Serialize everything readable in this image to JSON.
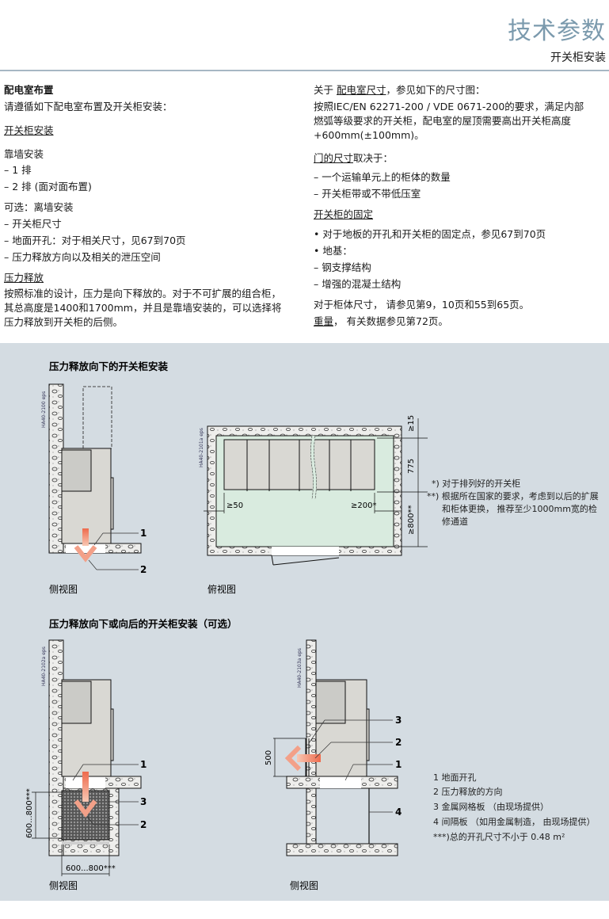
{
  "header": {
    "title": "技术参数",
    "subtitle": "开关柜安装"
  },
  "left": {
    "heading": "配电室布置",
    "intro": "请遵循如下配电室布置及开关柜安装：",
    "install_heading": "开关柜安装",
    "wall_mount": "靠墙安装",
    "wall_items": [
      "–  1 排",
      "–  2 排 (面对面布置)"
    ],
    "optional": "可选：离墙安装",
    "optional_items": [
      "–  开关柜尺寸",
      "–  地面开孔：对于相关尺寸，见67到70页",
      "–  压力释放方向以及相关的泄压空间"
    ],
    "pressure_heading": "压力释放",
    "pressure_text": [
      "按照标准的设计，压力是向下释放的。对于不可扩展的组合柜，",
      "其总高度是1400和1700mm，并且是靠墙安装的，可以选择将",
      "压力释放到开关柜的后侧。"
    ]
  },
  "right": {
    "room_prefix": "关于 ",
    "room_link": "配电室尺寸",
    "room_suffix": "，参见如下的尺寸图：",
    "room_text": [
      "按照IEC/EN 62271-200 / VDE 0671-200的要求，满足内部",
      "燃弧等级要求的开关柜，配电室的屋顶需要高出开关柜高度",
      "+600mm(±100mm)。"
    ],
    "door_link": "门的尺寸",
    "door_suffix": "取决于：",
    "door_items": [
      "–  一个运输单元上的柜体的数量",
      "–  开关柜带或不带低压室"
    ],
    "fix_heading": "开关柜的固定",
    "fix_items": [
      "•  对于地板的开孔和开关柜的固定点，参见67到70页",
      "•  地基：",
      "–  钢支撑结构",
      "–  增强的混凝土结构"
    ],
    "dims_text": "对于柜体尺寸， 请参见第9，10页和55到65页。",
    "weight_link": "重量",
    "weight_suffix": "， 有关数据参见第72页。"
  },
  "figures": {
    "section1_title": "压力释放向下的开关柜安装",
    "section2_title": "压力释放向下或向后的开关柜安装（可选）",
    "side_view": "侧视图",
    "top_view": "俯视图",
    "file_ids": [
      "HA40-2100 eps",
      "HA40-2101a eps",
      "HA40-2102a eps",
      "HA40-2103a eps"
    ],
    "callouts": [
      "1",
      "2",
      "3",
      "4"
    ],
    "dims": {
      "d15": "≥15",
      "d775": "775",
      "d800": "≥800**",
      "d50": "≥50",
      "d200": "≥200*",
      "d600_800": "600...800***",
      "d500": "500"
    },
    "footnotes": [
      "*) 对于排列好的开关柜",
      "**) 根据所在国家的要求，考虑到以后的扩展",
      "和柜体更换， 推荐至少1000mm宽的检",
      "修通道"
    ],
    "legend": [
      "1  地面开孔",
      "2  压力释放的方向",
      "3  金属网格板 （由现场提供）",
      "4  间隔板 （如用金属制造， 由现场提供）"
    ],
    "legend_note": "***)总的开孔尺寸不小于 0.48 m²",
    "colors": {
      "panel": "#d4dce2",
      "cabinet": "#d9d8d3",
      "room": "#d9ebdf",
      "arrow": "#f08a6c",
      "title": "#7b9aad"
    }
  }
}
